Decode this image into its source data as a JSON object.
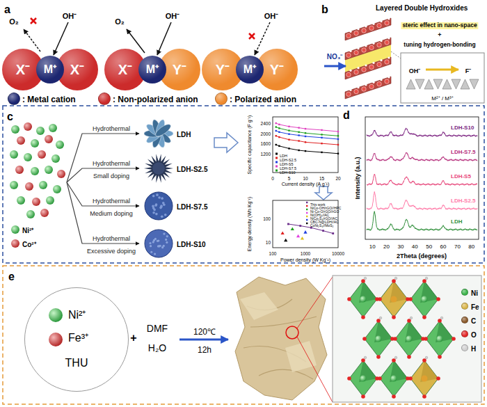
{
  "diagram": {
    "nodes": [
      {
        "text": [
          "X⁻"
        ]
      },
      {
        "text": [
          "M⁺"
        ]
      },
      {
        "text": [
          "X⁻"
        ]
      },
      {
        "text": [
          "X⁻"
        ]
      },
      {
        "text": [
          "M⁺"
        ]
      },
      {
        "text": [
          "Y⁻"
        ]
      },
      {
        "text": [
          "Y⁻"
        ]
      },
      {
        "text": [
          "M⁺"
        ]
      },
      {
        "text": [
          "Y⁻"
        ]
      },
      {
        "text": [
          "Ni²⁺",
          "Fe³⁺",
          "THU"
        ]
      }
    ],
    "labels": [
      "a",
      "O₂",
      "OH⁻",
      "O₂",
      "OH⁻",
      "OH⁻",
      "M⁺",
      "X⁻",
      "Y⁻",
      "b",
      "Layered Double Hydroxides",
      "NO₃⁻",
      "steric effect in nano-space",
      "+",
      "tuning hydrogen-bonding",
      "OH⁻",
      "F⁻",
      "M²⁺ / M³⁺",
      "c",
      "Hydrothermal",
      "LDH",
      "Hydrothermal",
      "Small doping",
      "LDH-S2.5",
      "Hydrothermal",
      "Medium doping",
      "LDH-S7.5",
      "Hydrothermal",
      "Excessive doping",
      "LDH-S10",
      "Ni²⁺",
      "Co²⁺",
      "Specific capacitance (F g⁻¹)",
      "Current density (A g⁻¹)",
      "2400",
      "2000",
      "1600",
      "1200",
      "0",
      "5",
      "10",
      "15",
      "20",
      "LDH",
      "LDH-S2.5",
      "LDH-S5",
      "LDH-S7.5",
      "LDH-S10",
      "Energy density (Wh Kg⁻¹)",
      "Power density (W Kg⁻¹)",
      "100",
      "10",
      "100",
      "1000",
      "10000",
      "This work",
      "NiCo-OH/rGO//HPC",
      "Ni-Co-O/rGO//rGO",
      "Ni(OH)₂//AC",
      "NiCo₂S₄/rGO//AC",
      "CBC-N@LDH//AC",
      "CoNi₂S₄//MoS₂",
      "d",
      "LDH-S10",
      "LDH-S7.5",
      "LDH-S5",
      "LDH-S2.5",
      "LDH",
      "Intensity (a.u.)",
      "10",
      "20",
      "30",
      "40",
      "50",
      "60",
      "70",
      "80",
      "2Theta (degrees)",
      "e",
      "+",
      "DMF",
      "H₂O",
      "120℃",
      "12h"
    ],
    "legend": [
      {
        "text": ": Metal cation",
        "color": "#1c2670"
      },
      {
        "text": ": Non-polarized anion",
        "color": "#cc2b2b"
      },
      {
        "text": ": Polarized anion",
        "color": "#ef8a2e"
      },
      {
        "text": "Ni",
        "color": "#3cb44b"
      },
      {
        "text": "Fe",
        "color": "#d9b54a"
      },
      {
        "text": "C",
        "color": "#8a5a2b"
      },
      {
        "text": "O",
        "color": "#e32626"
      },
      {
        "text": "H",
        "color": "#d0d0d0"
      }
    ]
  }
}
